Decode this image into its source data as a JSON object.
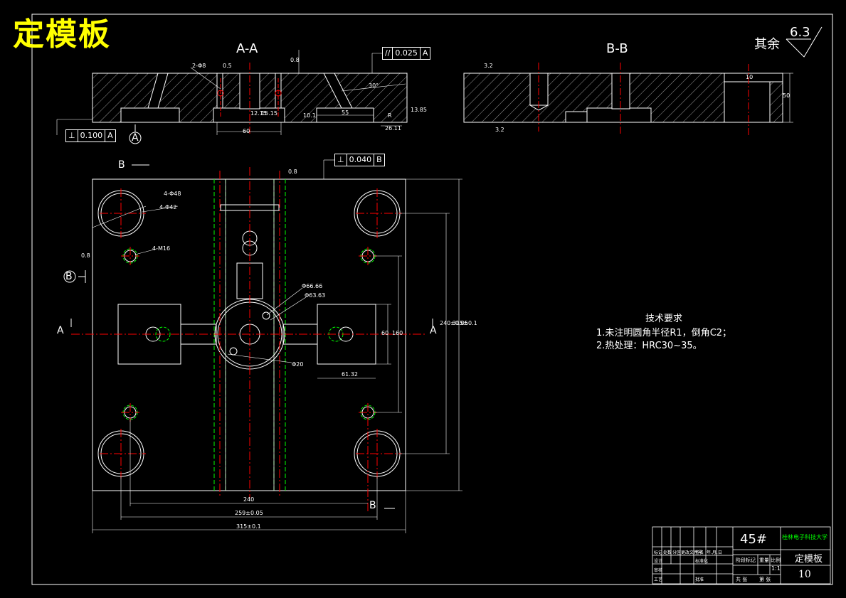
{
  "drawing_title": "定模板",
  "views": {
    "section_aa": "A-A",
    "section_bb": "B-B",
    "plan_cut_b_left": "B",
    "plan_cut_b_bottom": "B",
    "plan_cut_a_left": "A",
    "plan_cut_a_right": "A"
  },
  "surface_finish": {
    "rest_label": "其余",
    "rest_value": "6.3",
    "ra_a": "0.8",
    "ra_b": "3.2",
    "ra_c": "3.2",
    "ra_plan": "0.8",
    "ra_side": "0.8"
  },
  "tolerances": {
    "parallel": {
      "symbol": "//",
      "value": "0.025",
      "datum": "A"
    },
    "perp_aa": {
      "symbol": "⊥",
      "value": "0.100",
      "datum": "A"
    },
    "perp_plan": {
      "symbol": "⊥",
      "value": "0.040",
      "datum": "B"
    },
    "datum_a": "A",
    "datum_b": "B"
  },
  "dimensions_aa": {
    "holes": "2-Φ8",
    "d05": "0.5",
    "d60": "60",
    "d12": "12.15",
    "d15": "15.15",
    "d10": "10.1",
    "d55": "55",
    "d30": "30°",
    "dR": "R",
    "d26": "26.11",
    "d13": "13.85"
  },
  "dimensions_bb": {
    "d10": "10",
    "d50": "50"
  },
  "dimensions_plan": {
    "bolt_holes": "4-Φ48",
    "guide_holes": "4-Φ42",
    "tap_holes": "4-M16",
    "bore_a": "Φ66.66",
    "bore_b": "Φ63.63",
    "bore_c": "Φ20",
    "d60": "60",
    "d160": "160",
    "d61": "61.32",
    "d240h": "240",
    "d259": "259±0.05",
    "d315h": "315±0.1",
    "d240v": "240±0.05",
    "d315v": "315±0.1"
  },
  "tech_requirements": {
    "heading": "技术要求",
    "line1": "1.未注明圆角半径R1，倒角C2；",
    "line2": "2.热处理：HRC30~35。"
  },
  "title_block": {
    "material": "45#",
    "school": "桂林电子科技大学",
    "part_name": "定模板",
    "drawing_no": "10",
    "scale": "1:1",
    "col_mark": "标记",
    "col_count": "处数",
    "col_zone": "分区",
    "col_doc": "更改文件号",
    "col_sign": "签名",
    "col_date": "年.月.日",
    "designer": "设计",
    "standard": "标准化",
    "stage": "阶段标记",
    "weight": "重量",
    "ratio": "比例",
    "review": "审核",
    "process": "工艺",
    "approve": "批准",
    "sheets": "共 张",
    "sheet": "第 张"
  },
  "colors": {
    "background": "#000000",
    "lines": "#ffffff",
    "center_lines": "#ff0000",
    "hidden_lines": "#00ff00",
    "title": "#ffff00",
    "school_text": "#00ff00"
  }
}
